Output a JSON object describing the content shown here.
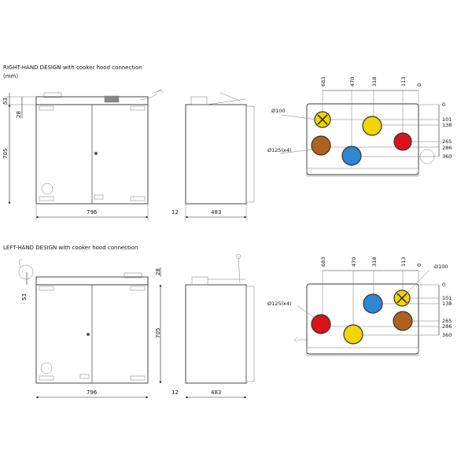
{
  "right_hand": {
    "title": "RIGHT-HAND DESIGN with cooker hood connection",
    "unit": "(mm)",
    "front": {
      "width": "796",
      "height": "705",
      "top_53": "53",
      "top_28": "28"
    },
    "side": {
      "offset": "12",
      "depth": "483"
    },
    "top": {
      "x_dims": [
        "683",
        "470",
        "318",
        "113",
        "0"
      ],
      "y_dims": [
        "0",
        "101",
        "138",
        "265",
        "286",
        "360"
      ],
      "label_d100": "Ø100",
      "label_d125": "Ø125(x4)"
    }
  },
  "left_hand": {
    "title": "LEFT-HAND DESIGN with cooker hood connection",
    "front": {
      "width": "796",
      "height": "705",
      "top_53": "53",
      "top_28": "28"
    },
    "side": {
      "offset": "12",
      "depth": "483"
    },
    "top": {
      "x_dims": [
        "683",
        "470",
        "318",
        "113",
        "0"
      ],
      "y_dims": [
        "0",
        "101",
        "138",
        "265",
        "286",
        "360"
      ],
      "label_d100": "Ø100",
      "label_d125": "Ø125(x4)"
    }
  },
  "colors": {
    "yellow": "#f2d400",
    "red": "#d9121b",
    "blue": "#2f86d1",
    "brown": "#b0621c"
  }
}
